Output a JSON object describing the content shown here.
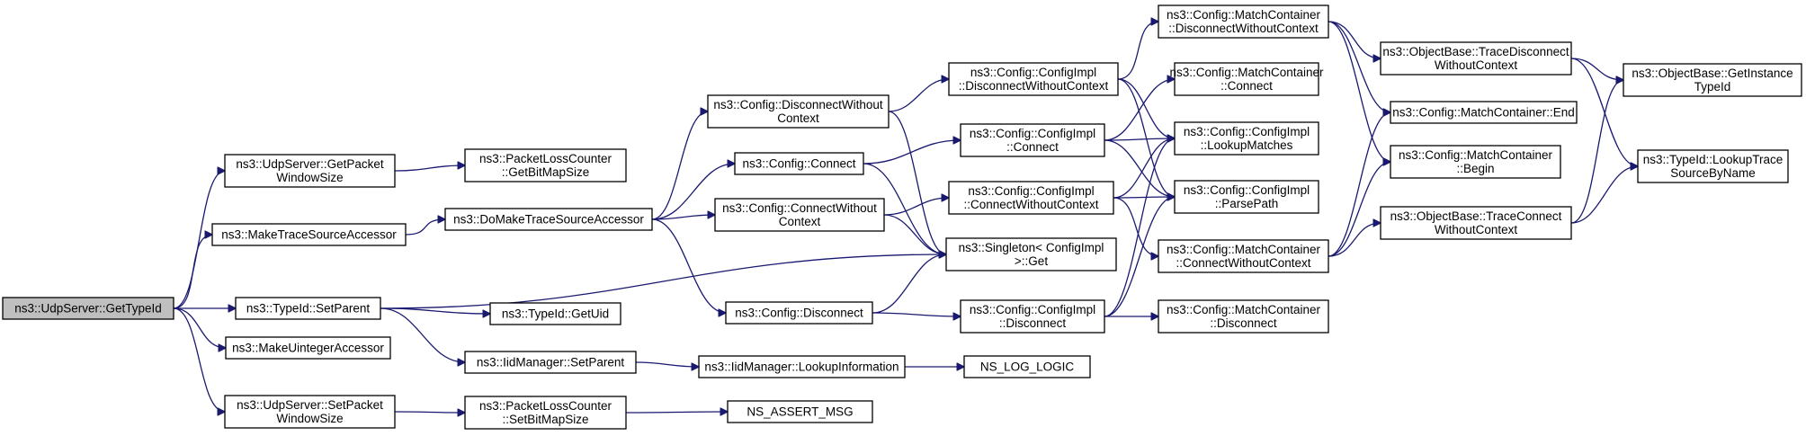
{
  "graph": {
    "nodes": [
      {
        "id": "root",
        "lines": [
          "ns3::UdpServer::GetTypeId"
        ]
      },
      {
        "id": "getpacket",
        "lines": [
          "ns3::UdpServer::GetPacket",
          "WindowSize"
        ]
      },
      {
        "id": "mtsa",
        "lines": [
          "ns3::MakeTraceSourceAccessor"
        ]
      },
      {
        "id": "tsetparent",
        "lines": [
          "ns3::TypeId::SetParent"
        ]
      },
      {
        "id": "muint",
        "lines": [
          "ns3::MakeUintegerAccessor"
        ]
      },
      {
        "id": "setpacket",
        "lines": [
          "ns3::UdpServer::SetPacket",
          "WindowSize"
        ]
      },
      {
        "id": "getbitmap",
        "lines": [
          "ns3::PacketLossCounter",
          "::GetBitMapSize"
        ]
      },
      {
        "id": "domake",
        "lines": [
          "ns3::DoMakeTraceSourceAccessor"
        ]
      },
      {
        "id": "getuid",
        "lines": [
          "ns3::TypeId::GetUid"
        ]
      },
      {
        "id": "iidsetparent",
        "lines": [
          "ns3::IidManager::SetParent"
        ]
      },
      {
        "id": "setbitmap",
        "lines": [
          "ns3::PacketLossCounter",
          "::SetBitMapSize"
        ]
      },
      {
        "id": "discwc",
        "lines": [
          "ns3::Config::DisconnectWithout",
          "Context"
        ]
      },
      {
        "id": "connect",
        "lines": [
          "ns3::Config::Connect"
        ]
      },
      {
        "id": "connwc",
        "lines": [
          "ns3::Config::ConnectWithout",
          "Context"
        ]
      },
      {
        "id": "disconnect",
        "lines": [
          "ns3::Config::Disconnect"
        ]
      },
      {
        "id": "lookupinfo",
        "lines": [
          "ns3::IidManager::LookupInformation"
        ]
      },
      {
        "id": "assert",
        "lines": [
          "NS_ASSERT_MSG"
        ]
      },
      {
        "id": "ci_discwc",
        "lines": [
          "ns3::Config::ConfigImpl",
          "::DisconnectWithoutContext"
        ]
      },
      {
        "id": "ci_connect",
        "lines": [
          "ns3::Config::ConfigImpl",
          "::Connect"
        ]
      },
      {
        "id": "ci_connwc",
        "lines": [
          "ns3::Config::ConfigImpl",
          "::ConnectWithoutContext"
        ]
      },
      {
        "id": "singleton",
        "lines": [
          "ns3::Singleton< ConfigImpl",
          ">::Get"
        ]
      },
      {
        "id": "ci_disconnect",
        "lines": [
          "ns3::Config::ConfigImpl",
          "::Disconnect"
        ]
      },
      {
        "id": "loglogic",
        "lines": [
          "NS_LOG_LOGIC"
        ]
      },
      {
        "id": "mc_discwc",
        "lines": [
          "ns3::Config::MatchContainer",
          "::DisconnectWithoutContext"
        ]
      },
      {
        "id": "mc_connect",
        "lines": [
          "ns3::Config::MatchContainer",
          "::Connect"
        ]
      },
      {
        "id": "ci_lookup",
        "lines": [
          "ns3::Config::ConfigImpl",
          "::LookupMatches"
        ]
      },
      {
        "id": "ci_parse",
        "lines": [
          "ns3::Config::ConfigImpl",
          "::ParsePath"
        ]
      },
      {
        "id": "mc_connwc",
        "lines": [
          "ns3::Config::MatchContainer",
          "::ConnectWithoutContext"
        ]
      },
      {
        "id": "mc_disconnect",
        "lines": [
          "ns3::Config::MatchContainer",
          "::Disconnect"
        ]
      },
      {
        "id": "ob_tdwc",
        "lines": [
          "ns3::ObjectBase::TraceDisconnect",
          "WithoutContext"
        ]
      },
      {
        "id": "mc_end",
        "lines": [
          "ns3::Config::MatchContainer::End"
        ]
      },
      {
        "id": "mc_begin",
        "lines": [
          "ns3::Config::MatchContainer",
          "::Begin"
        ]
      },
      {
        "id": "ob_tcwc",
        "lines": [
          "ns3::ObjectBase::TraceConnect",
          "WithoutContext"
        ]
      },
      {
        "id": "ob_getinst",
        "lines": [
          "ns3::ObjectBase::GetInstance",
          "TypeId"
        ]
      },
      {
        "id": "tid_lookup",
        "lines": [
          "ns3::TypeId::LookupTrace",
          "SourceByName"
        ]
      }
    ],
    "edges": [
      [
        "root",
        "getpacket"
      ],
      [
        "root",
        "mtsa"
      ],
      [
        "root",
        "tsetparent"
      ],
      [
        "root",
        "muint"
      ],
      [
        "root",
        "setpacket"
      ],
      [
        "getpacket",
        "getbitmap"
      ],
      [
        "mtsa",
        "domake"
      ],
      [
        "tsetparent",
        "singleton"
      ],
      [
        "tsetparent",
        "getuid"
      ],
      [
        "tsetparent",
        "iidsetparent"
      ],
      [
        "setpacket",
        "setbitmap"
      ],
      [
        "setbitmap",
        "assert"
      ],
      [
        "iidsetparent",
        "lookupinfo"
      ],
      [
        "lookupinfo",
        "loglogic"
      ],
      [
        "domake",
        "discwc"
      ],
      [
        "domake",
        "connect"
      ],
      [
        "domake",
        "connwc"
      ],
      [
        "domake",
        "disconnect"
      ],
      [
        "discwc",
        "ci_discwc"
      ],
      [
        "discwc",
        "singleton"
      ],
      [
        "connect",
        "ci_connect"
      ],
      [
        "connect",
        "singleton"
      ],
      [
        "connwc",
        "ci_connwc"
      ],
      [
        "connwc",
        "singleton"
      ],
      [
        "disconnect",
        "singleton"
      ],
      [
        "disconnect",
        "ci_disconnect"
      ],
      [
        "ci_discwc",
        "mc_discwc"
      ],
      [
        "ci_discwc",
        "ci_lookup"
      ],
      [
        "ci_discwc",
        "ci_parse"
      ],
      [
        "ci_connect",
        "mc_connect"
      ],
      [
        "ci_connect",
        "ci_lookup"
      ],
      [
        "ci_connect",
        "ci_parse"
      ],
      [
        "ci_connwc",
        "ci_lookup"
      ],
      [
        "ci_connwc",
        "ci_parse"
      ],
      [
        "ci_connwc",
        "mc_connwc"
      ],
      [
        "ci_disconnect",
        "ci_lookup"
      ],
      [
        "ci_disconnect",
        "ci_parse"
      ],
      [
        "ci_disconnect",
        "mc_disconnect"
      ],
      [
        "mc_discwc",
        "ob_tdwc"
      ],
      [
        "mc_discwc",
        "mc_end"
      ],
      [
        "mc_discwc",
        "mc_begin"
      ],
      [
        "mc_connwc",
        "mc_end"
      ],
      [
        "mc_connwc",
        "mc_begin"
      ],
      [
        "mc_connwc",
        "ob_tcwc"
      ],
      [
        "ob_tdwc",
        "ob_getinst"
      ],
      [
        "ob_tdwc",
        "tid_lookup"
      ],
      [
        "ob_tcwc",
        "ob_getinst"
      ],
      [
        "ob_tcwc",
        "tid_lookup"
      ]
    ]
  }
}
